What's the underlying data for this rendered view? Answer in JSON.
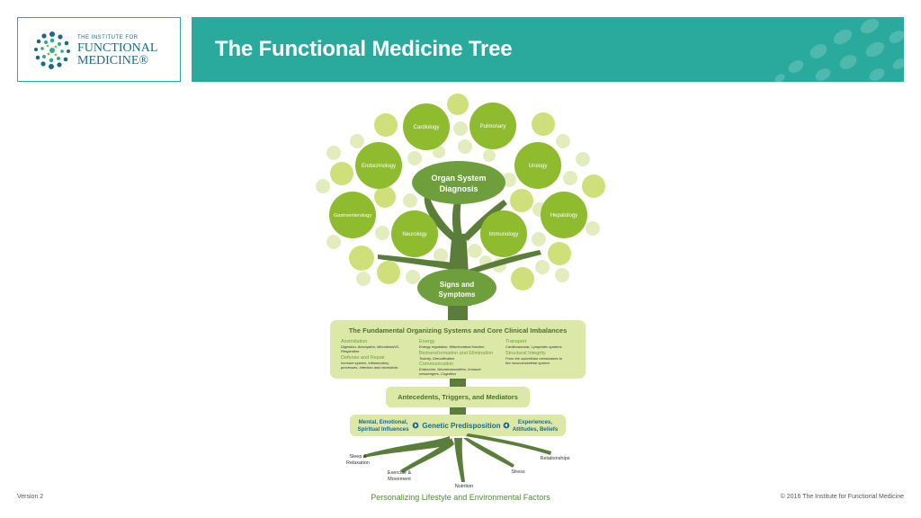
{
  "logo": {
    "line1": "THE INSTITUTE FOR",
    "line2": "FUNCTIONAL",
    "line3": "MEDICINE®"
  },
  "header": {
    "title": "The Functional Medicine Tree"
  },
  "crown": {
    "center": {
      "line1": "Organ System",
      "line2": "Diagnosis"
    },
    "organs": {
      "cardiology": "Cardiology",
      "pulmonary": "Pulmonary",
      "endocrinology": "Endocrinology",
      "urology": "Urology",
      "gastroenterology": "Gastroenterology",
      "hepatology": "Hepatology",
      "neurology": "Neurology",
      "immunology": "Immunology"
    }
  },
  "signs": {
    "line1": "Signs and",
    "line2": "Symptoms"
  },
  "fundamental": {
    "title": "The Fundamental Organizing Systems and Core Clinical Imbalances",
    "assimilation": {
      "head": "Assimilation",
      "line1": "Digestion, Absorption, Microbiota/GI,",
      "line2": "Respiration"
    },
    "defense": {
      "head": "Defense and Repair",
      "line1": "Immune system, inflammatory",
      "line2": "processes, Infection and microbiota"
    },
    "energy": {
      "head": "Energy",
      "line1": "Energy regulation, Mitochondrial function"
    },
    "biotransformation": {
      "head": "Biotransformation and Elimination",
      "line1": "Toxicity, Detoxification"
    },
    "communication": {
      "head": "Communication",
      "line1": "Endocrine, Neurotransmitters, Immune",
      "line2": "messengers, Cognition"
    },
    "transport": {
      "head": "Transport",
      "line1": "Cardiovascular, Lymphatic systems"
    },
    "structural": {
      "head": "Structural Integrity",
      "line1": "From the subcellular membranes to",
      "line2": "the musculoskeletal system"
    }
  },
  "antecedents": "Antecedents, Triggers, and Mediators",
  "influences": {
    "left": {
      "line1": "Mental, Emotional,",
      "line2": "Spiritual Influences"
    },
    "center": "Genetic Predisposition",
    "right": {
      "line1": "Experiences,",
      "line2": "Attitudes, Beliefs"
    }
  },
  "roots": {
    "sleep": {
      "line1": "Sleep &",
      "line2": "Relaxation"
    },
    "exercise": {
      "line1": "Exercise &",
      "line2": "Movement"
    },
    "nutrition": "Nutrition",
    "stress": "Stress",
    "relationships": "Relationships"
  },
  "footer": {
    "version": "Version 2",
    "center": "Personalizing Lifestyle and Environmental Factors",
    "copyright": "© 2016 The Institute for Functional Medicine"
  },
  "colors": {
    "teal": "#2aaa9d",
    "navy": "#1d6a85",
    "leaf_dark": "#8fbc2f",
    "leaf_light": "#cfe07a",
    "leaf_pale": "#e3ecbd",
    "trunk": "#5a7d3a",
    "box_fill": "#dbe8a8",
    "text_green": "#4f8b2c"
  }
}
